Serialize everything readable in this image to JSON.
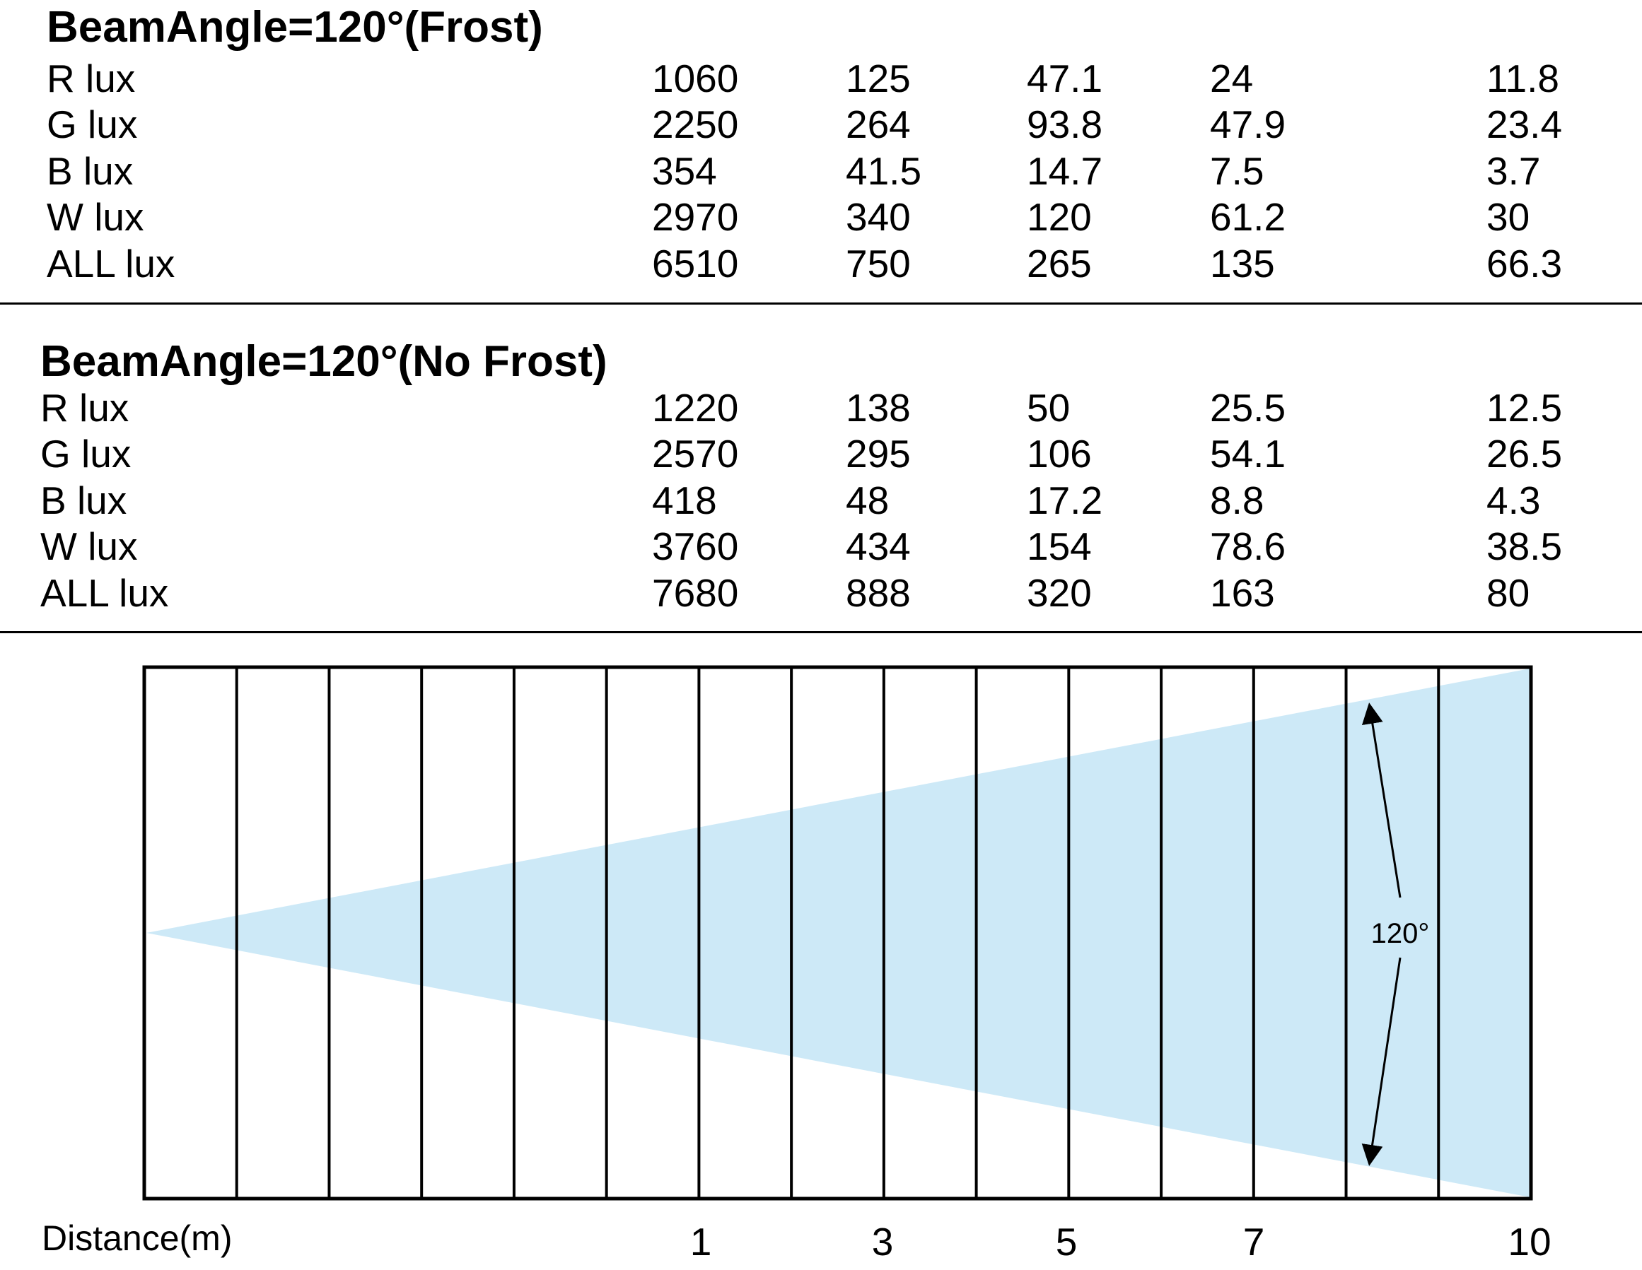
{
  "sections": [
    {
      "title": "BeamAngle=120°(Frost)",
      "rows": [
        {
          "label": "R lux",
          "values": [
            "1060",
            "125",
            "47.1",
            "24",
            "11.8"
          ]
        },
        {
          "label": "G lux",
          "values": [
            "2250",
            "264",
            "93.8",
            "47.9",
            "23.4"
          ]
        },
        {
          "label": "B lux",
          "values": [
            "354",
            "41.5",
            "14.7",
            "7.5",
            "3.7"
          ]
        },
        {
          "label": "W lux",
          "values": [
            "2970",
            "340",
            "120",
            "61.2",
            "30"
          ]
        },
        {
          "label": "ALL lux",
          "values": [
            "6510",
            "750",
            "265",
            "135",
            "66.3"
          ]
        }
      ]
    },
    {
      "title": "BeamAngle=120°(No Frost)",
      "rows": [
        {
          "label": "R lux",
          "values": [
            "1220",
            "138",
            "50",
            "25.5",
            "12.5"
          ]
        },
        {
          "label": "G lux",
          "values": [
            "2570",
            "295",
            "106",
            "54.1",
            "26.5"
          ]
        },
        {
          "label": "B lux",
          "values": [
            "418",
            "48",
            "17.2",
            "8.8",
            "4.3"
          ]
        },
        {
          "label": "W lux",
          "values": [
            "3760",
            "434",
            "154",
            "78.6",
            "38.5"
          ]
        },
        {
          "label": "ALL lux",
          "values": [
            "7680",
            "888",
            "320",
            "163",
            "80"
          ]
        }
      ]
    }
  ],
  "diagram": {
    "beam_angle_label": "120°",
    "distance_label": "Distance(m)",
    "distance_ticks": [
      "1",
      "3",
      "5",
      "7",
      "10"
    ],
    "beam_color": "#cde9f7",
    "line_color": "#000000"
  }
}
